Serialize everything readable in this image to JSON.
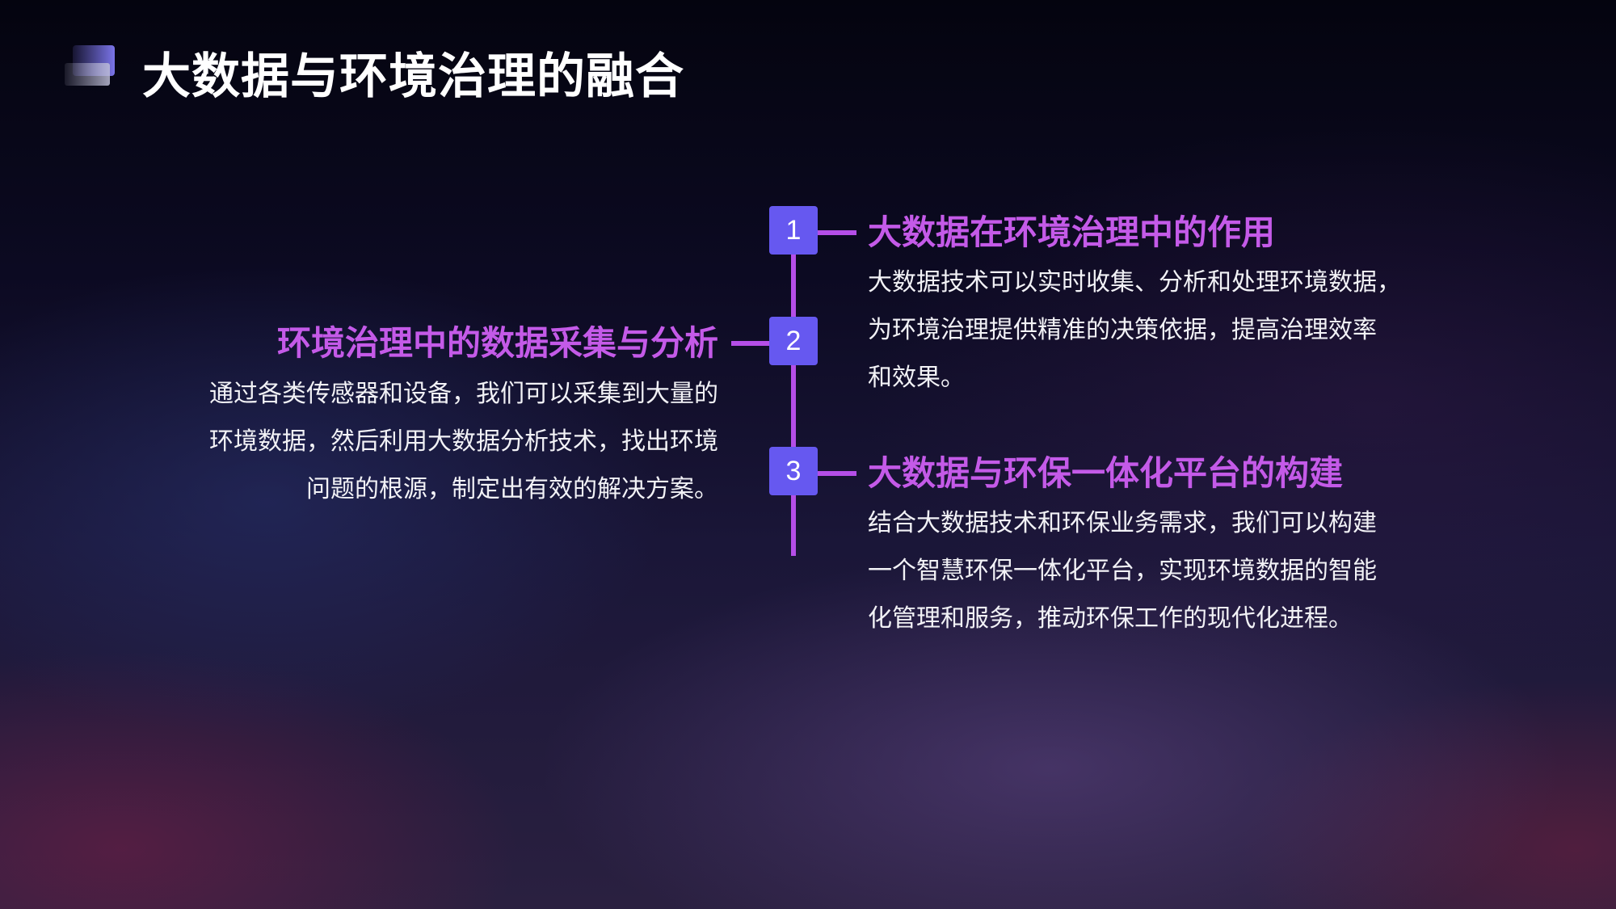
{
  "title": "大数据与环境治理的融合",
  "items": [
    {
      "number": "1",
      "title": "大数据在环境治理中的作用",
      "body_lines": [
        "大数据技术可以实时收集、分析和处理环境数据，",
        "为环境治理提供精准的决策依据，提高治理效率",
        "和效果。"
      ]
    },
    {
      "number": "2",
      "title": "环境治理中的数据采集与分析",
      "body_lines": [
        "通过各类传感器和设备，我们可以采集到大量的",
        "环境数据，然后利用大数据分析技术，找出环境",
        "问题的根源，制定出有效的解决方案。"
      ]
    },
    {
      "number": "3",
      "title": "大数据与环保一体化平台的构建",
      "body_lines": [
        "结合大数据技术和环保业务需求，我们可以构建",
        "一个智慧环保一体化平台，实现环境数据的智能",
        "化管理和服务，推动环保工作的现代化进程。"
      ]
    }
  ],
  "colors": {
    "accent": "#b54ee8",
    "node": "#6658f0",
    "heading": "#c45ae8"
  }
}
